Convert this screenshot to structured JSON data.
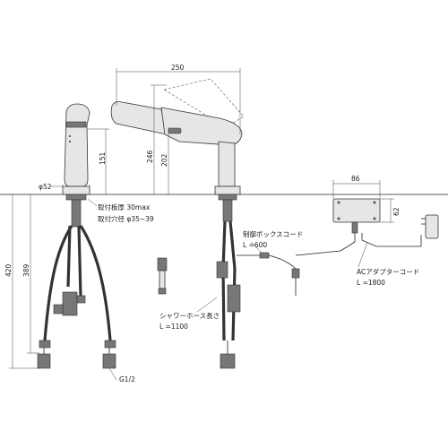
{
  "dims": {
    "width_top": "250",
    "h151": "151",
    "h246": "246",
    "h202": "202",
    "h420": "420",
    "h389": "389",
    "phi52": "φ52",
    "box_w": "86",
    "box_h": "62"
  },
  "labels": {
    "plate_thickness": "取付板厚 30max",
    "hole_dia": "取付穴径 φ35~39",
    "control_box_cord": "制御ボックスコード",
    "control_box_len": "L =600",
    "shower_hose": "シャワーホース長さ",
    "shower_hose_len": "L =1100",
    "ac_adapter": "ACアダプターコード",
    "ac_adapter_len": "L =1800",
    "thread": "G1/2"
  }
}
